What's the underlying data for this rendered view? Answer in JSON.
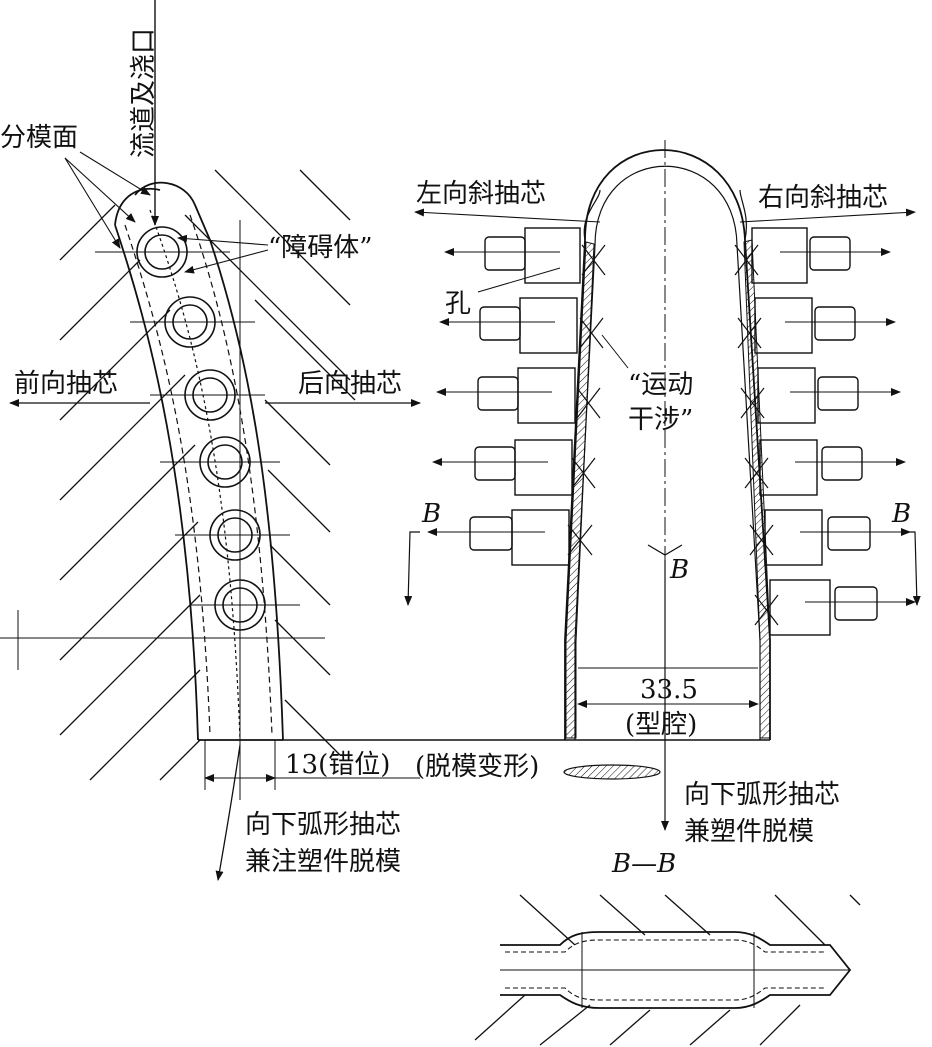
{
  "labels": {
    "parting_surface": "分模面",
    "runner_gate": "流道及浇口",
    "obstacle": "“障碍体”",
    "forward_core": "前向抽芯",
    "backward_core": "后向抽芯",
    "left_oblique_core": "左向斜抽芯",
    "right_oblique_core": "右向斜抽芯",
    "hole": "孔",
    "motion_interference_1": "“运动",
    "motion_interference_2": "干涉”",
    "offset": "13(错位)",
    "demold_deform": "(脱模变形)",
    "cavity_dim": "33.5",
    "cavity": "(型腔)",
    "arc_core_left_1": "向下弧形抽芯",
    "arc_core_left_2": "兼注塑件脱模",
    "arc_core_right_1": "向下弧形抽芯",
    "arc_core_right_2": "兼塑件脱模",
    "section_B_left": "B",
    "section_B_right": "B",
    "section_B_center": "B",
    "section_title": "B—B"
  }
}
